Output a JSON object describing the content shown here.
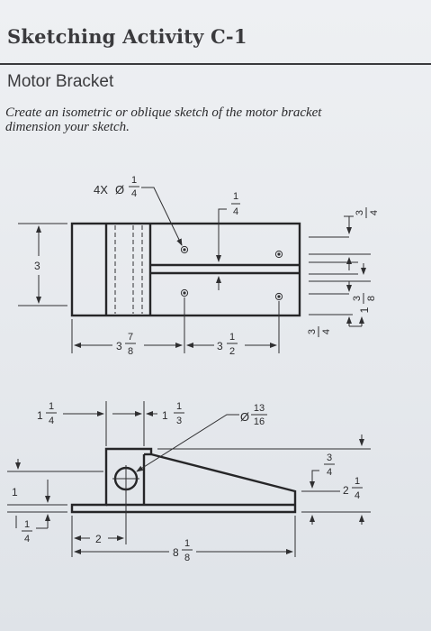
{
  "header": {
    "title": "Sketching Activity C-1",
    "subtitle": "Motor Bracket",
    "instructions": [
      "Create an isometric or oblique sketch of the motor bracket",
      "dimension your sketch."
    ]
  },
  "top_view": {
    "hole_callout": {
      "prefix": "4X",
      "symbol": "Ø",
      "num": "1",
      "den": "4"
    },
    "dim_slot_depth": {
      "num": "1",
      "den": "4"
    },
    "dim_height": "3",
    "dim_right_top": {
      "num": "3",
      "den": "4"
    },
    "dim_right_mid": {
      "whole": "1",
      "num": "3",
      "den": "8"
    },
    "dim_right_bottom": {
      "num": "3",
      "den": "4"
    },
    "dim_left_len": {
      "whole": "3",
      "num": "7",
      "den": "8"
    },
    "dim_mid_len": {
      "whole": "3",
      "num": "1",
      "den": "2"
    }
  },
  "front_view": {
    "dim_upright_thickness": {
      "whole": "1",
      "num": "1",
      "den": "4"
    },
    "dim_upright_offset": {
      "whole": "1",
      "num": "1",
      "den": "3"
    },
    "hole_dia": {
      "symbol": "Ø",
      "num": "13",
      "den": "16"
    },
    "dim_wedge_end": {
      "num": "3",
      "den": "4"
    },
    "dim_total_height": {
      "whole": "2",
      "num": "1",
      "den": "4"
    },
    "dim_left_height": "1",
    "dim_base_thickness": {
      "num": "1",
      "den": "4"
    },
    "dim_upright_width": "2",
    "dim_overall_len": {
      "whole": "8",
      "num": "1",
      "den": "8"
    }
  }
}
